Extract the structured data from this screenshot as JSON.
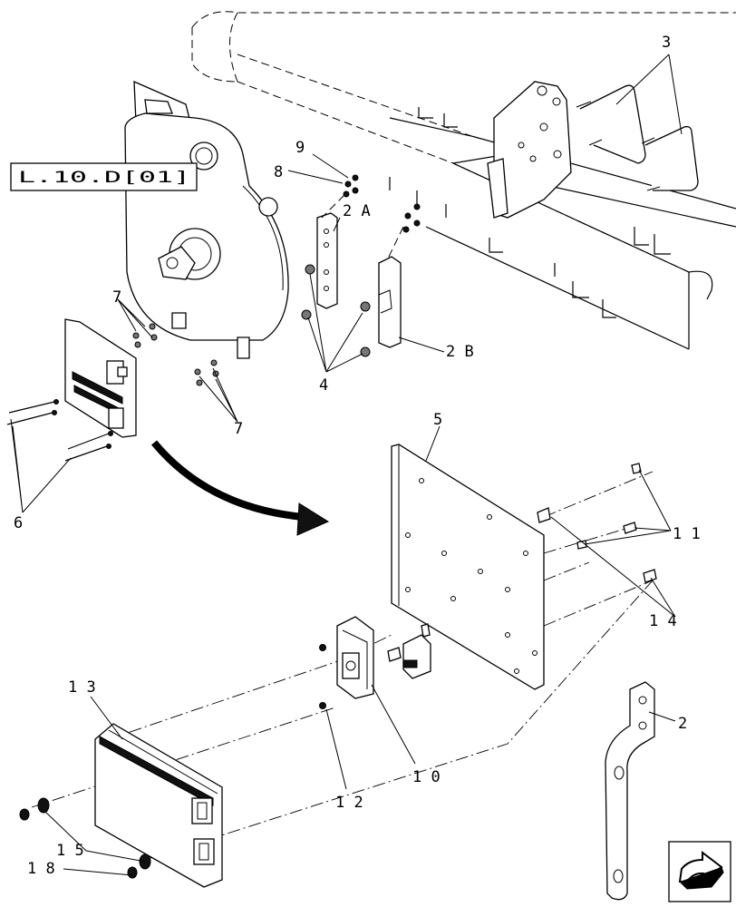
{
  "reference_box": "L.10.D[01]",
  "callouts": {
    "c2": "2",
    "c2A": "2 A",
    "c2B": "2 B",
    "c3": "3",
    "c4": "4",
    "c5": "5",
    "c6": "6",
    "c7a": "7",
    "c7b": "7",
    "c8": "8",
    "c9": "9",
    "c10": "1 0",
    "c11": "1 1",
    "c12": "1 2",
    "c13": "1 3",
    "c14": "1 4",
    "c15": "1 5",
    "c18": "1 8"
  },
  "nav_icon": "arrow-next-icon"
}
